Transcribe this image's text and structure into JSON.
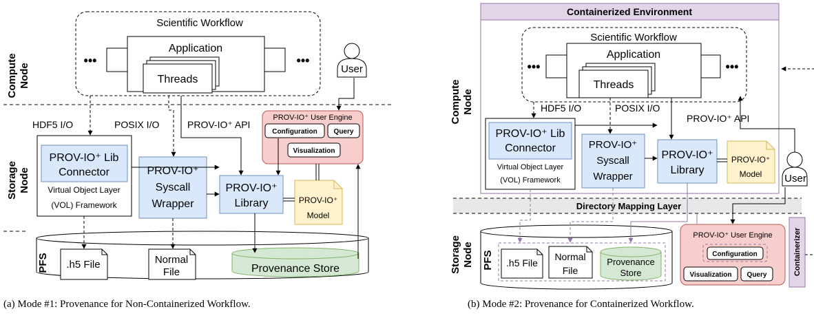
{
  "left_panel": {
    "side_labels": {
      "compute_line1": "Compute",
      "compute_line2": "Node",
      "storage_line1": "Storage",
      "storage_line2": "Node",
      "pfs": "PFS"
    },
    "workflow": "Scientific Workflow",
    "application": "Application",
    "threads": "Threads",
    "ellipsis": "•••",
    "user": "User",
    "io_labels": {
      "hdf5": "HDF5 I/O",
      "posix": "POSIX I/O",
      "api": "PROV-IO⁺ API"
    },
    "vol": {
      "connector_line1": "PROV-IO⁺ Lib",
      "connector_line2": "Connector",
      "framework_line1": "Virtual Object Layer",
      "framework_line2": "(VOL) Framework"
    },
    "syscall": {
      "line1": "PROV-IO⁺",
      "line2": "Syscall",
      "line3": "Wrapper"
    },
    "library": {
      "line1": "PROV-IO⁺",
      "line2": "Library"
    },
    "model": {
      "line1": "PROV-IO⁺",
      "line2": "Model"
    },
    "user_engine": {
      "title": "PROV-IO⁺ User Engine",
      "configuration": "Configuration",
      "query": "Query",
      "visualization": "Visualization"
    },
    "files": {
      "h5": ".h5 File",
      "normal_line1": "Normal",
      "normal_line2": "File",
      "store": "Provenance Store"
    },
    "caption": "(a) Mode #1: Provenance for Non-Containerized Workflow."
  },
  "right_panel": {
    "side_labels": {
      "compute_line1": "Compute",
      "compute_line2": "Node",
      "storage_line1": "Storage",
      "storage_line2": "Node",
      "pfs": "PFS"
    },
    "container_title": "Containerized Environment",
    "workflow": "Scientific Workflow",
    "application": "Application",
    "threads": "Threads",
    "ellipsis": "•••",
    "user": "User",
    "io_labels": {
      "hdf5": "HDF5 I/O",
      "posix": "POSIX I/O",
      "api": "PROV-IO⁺ API"
    },
    "vol": {
      "connector_line1": "PROV-IO⁺ Lib",
      "connector_line2": "Connector",
      "framework_line1": "Virtual Object Layer",
      "framework_line2": "(VOL) Framework"
    },
    "syscall": {
      "line1": "PROV-IO⁺",
      "line2": "Syscall",
      "line3": "Wrapper"
    },
    "library": {
      "line1": "PROV-IO⁺",
      "line2": "Library"
    },
    "model": {
      "line1": "PROV-IO⁺",
      "line2": "Model"
    },
    "mapping_layer": "Directory Mapping Layer",
    "user_engine": {
      "title": "PROV-IO⁺ User Engine",
      "configuration": "Configuration",
      "query": "Query",
      "visualization": "Visualization"
    },
    "containerizer": "Containerizer",
    "files": {
      "h5": ".h5 File",
      "normal_line1": "Normal",
      "normal_line2": "File",
      "store_line1": "Provenance",
      "store_line2": "Store"
    },
    "caption": "(b) Mode #2: Provenance for Containerized Workflow."
  },
  "colors": {
    "blue_fill": "#dae8fc",
    "blue_stroke": "#6c8ebf",
    "green_fill": "#d5e8d4",
    "green_stroke": "#82b366",
    "yellow_fill": "#fff2cc",
    "yellow_stroke": "#d6b656",
    "red_fill": "#f8cecc",
    "red_stroke": "#b85450",
    "purple_fill": "#e1d5e7",
    "purple_stroke": "#9673a6"
  }
}
